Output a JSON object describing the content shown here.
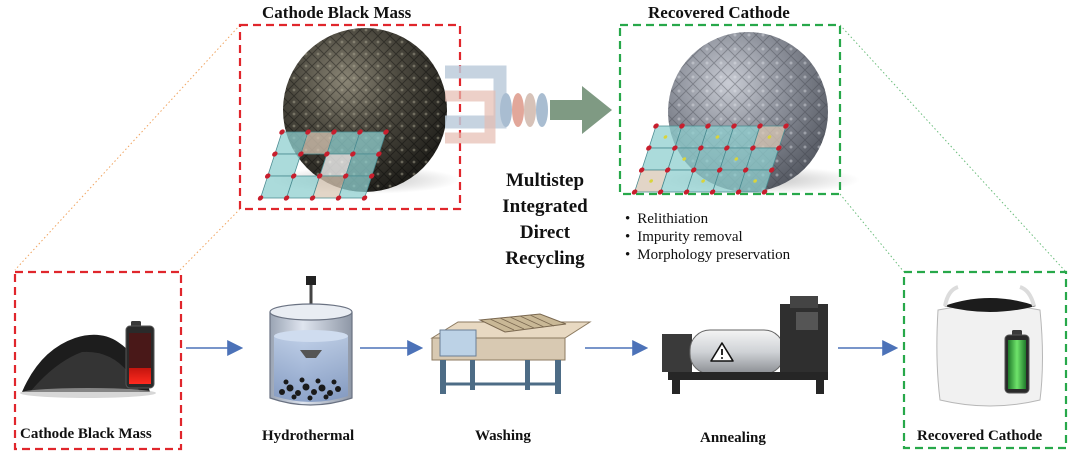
{
  "top": {
    "left_title": "Cathode Black Mass",
    "right_title": "Recovered Cathode"
  },
  "center": {
    "lines": [
      "Multistep",
      "Integrated",
      "Direct",
      "Recycling"
    ]
  },
  "benefits": [
    "Relithiation",
    "Impurity removal",
    "Morphology preservation"
  ],
  "steps": [
    {
      "label": "Cathode Black Mass"
    },
    {
      "label": "Hydrothermal"
    },
    {
      "label": "Washing"
    },
    {
      "label": "Annealing"
    },
    {
      "label": "Recovered Cathode"
    }
  ],
  "colors": {
    "red_box": "#e0262c",
    "green_box": "#27a84a",
    "arrow_blue": "#4c72b8",
    "big_arrow": "#7f9a83"
  },
  "icons": [
    "warning-icon",
    "battery-low-icon",
    "battery-full-icon"
  ]
}
